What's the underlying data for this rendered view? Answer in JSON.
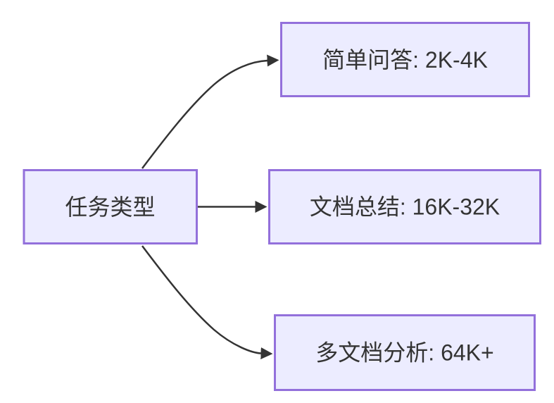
{
  "diagram": {
    "type": "flowchart",
    "direction": "left-to-right",
    "background": "#ffffff",
    "colors": {
      "node_fill": "#ECECFF",
      "node_border": "#9370DB",
      "edge_line": "#333333",
      "label_text": "#333333"
    },
    "root_node": {
      "id": "task-type",
      "label": "任务类型"
    },
    "branch_nodes": [
      {
        "id": "simple-qa",
        "label": "简单问答: 2K-4K"
      },
      {
        "id": "doc-summary",
        "label": "文档总结: 16K-32K"
      },
      {
        "id": "multi-doc",
        "label": "多文档分析: 64K+"
      }
    ],
    "edges": [
      {
        "from": "任务类型",
        "to": "简单问答: 2K-4K"
      },
      {
        "from": "任务类型",
        "to": "文档总结: 16K-32K"
      },
      {
        "from": "任务类型",
        "to": "多文档分析: 64K+"
      }
    ]
  }
}
